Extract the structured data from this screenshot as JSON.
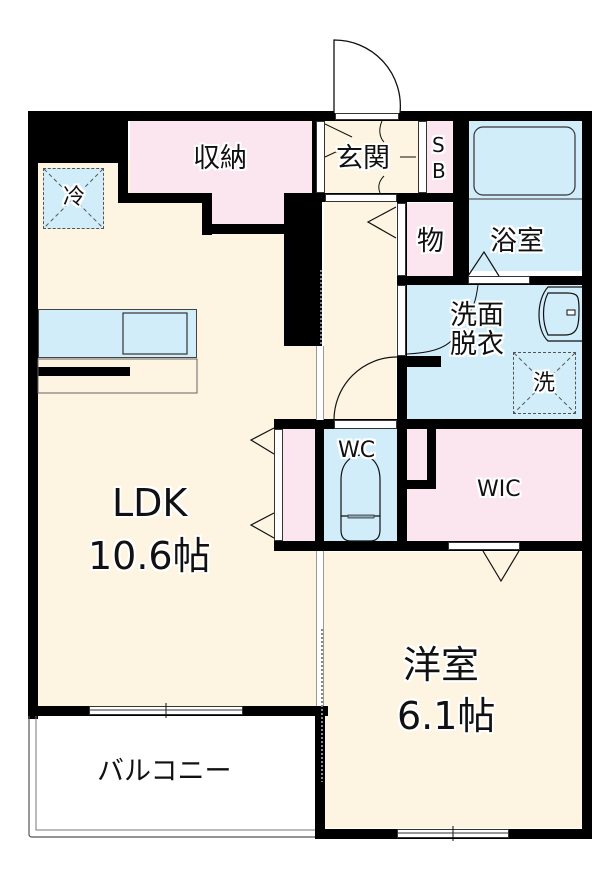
{
  "floorplan": {
    "colors": {
      "wall": "#000000",
      "floor": "#fdf4e1",
      "storage": "#fbe5ef",
      "wet_area": "#d1edfa",
      "background": "#ffffff"
    },
    "rooms": {
      "ldk": {
        "name": "LDK",
        "size": "10.6帖"
      },
      "western_room": {
        "name": "洋室",
        "size": "6.1帖"
      },
      "storage": {
        "name": "収納"
      },
      "entrance": {
        "name": "玄関"
      },
      "shoe_box": {
        "line1": "S",
        "line2": "B"
      },
      "closet": {
        "name": "物"
      },
      "bathroom": {
        "name": "浴室"
      },
      "washroom": {
        "line1": "洗面",
        "line2": "脱衣"
      },
      "washer": {
        "name": "洗"
      },
      "toilet": {
        "name": "WC"
      },
      "wic": {
        "name": "WIC"
      },
      "fridge": {
        "name": "冷"
      },
      "balcony": {
        "name": "バルコニー"
      }
    }
  }
}
